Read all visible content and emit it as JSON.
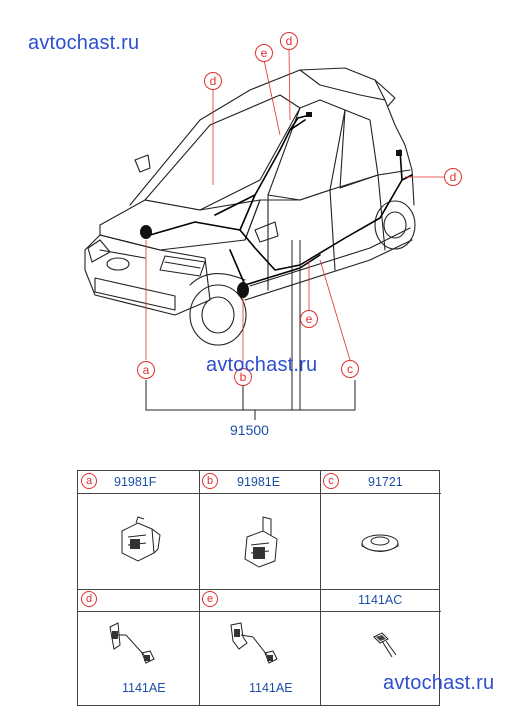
{
  "watermark": "avtochast.ru",
  "callouts": {
    "a": "a",
    "b": "b",
    "c": "c",
    "d": "d",
    "e": "e"
  },
  "assembly_part": "91500",
  "table": {
    "cells": [
      {
        "callout": "a",
        "part": "91981F"
      },
      {
        "callout": "b",
        "part": "91981E"
      },
      {
        "callout": "c",
        "part": "91721"
      },
      {
        "callout": "d",
        "part": "",
        "sub": "1141AE"
      },
      {
        "callout": "e",
        "part": "",
        "sub": "1141AE"
      },
      {
        "callout": "",
        "part": "1141AC",
        "sub": ""
      }
    ]
  },
  "colors": {
    "callout": "#e0302f",
    "part_text": "#1a4fa8",
    "watermark": "#2d4fd0"
  }
}
